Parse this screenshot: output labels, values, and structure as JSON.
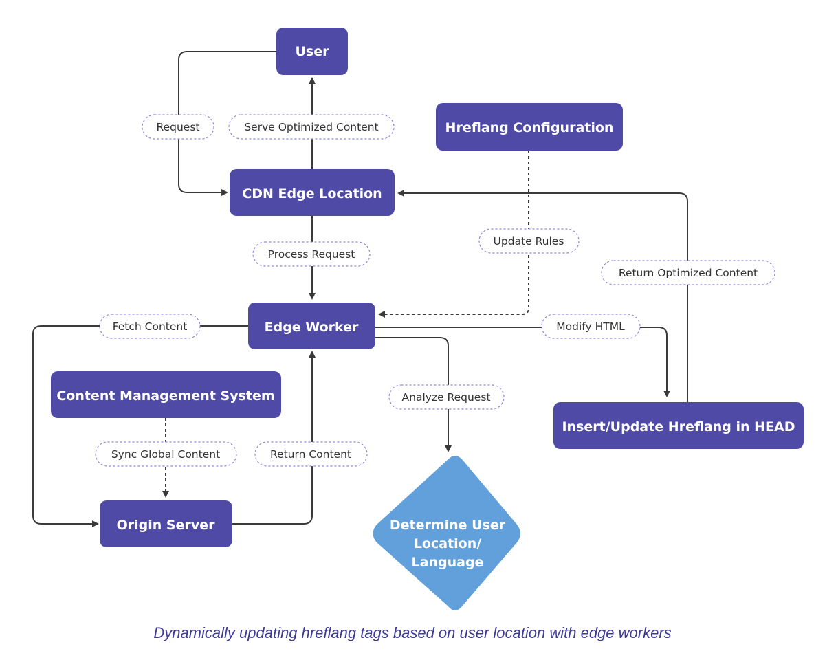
{
  "nodes": {
    "user": "User",
    "hreflang_config": "Hreflang Configuration",
    "cdn_edge": "CDN Edge Location",
    "edge_worker": "Edge Worker",
    "cms": "Content Management System",
    "insert_update": "Insert/Update Hreflang in HEAD",
    "origin_server": "Origin Server",
    "determine": [
      "Determine User",
      "Location/",
      "Language"
    ]
  },
  "edges": {
    "request": "Request",
    "serve_optimized": "Serve Optimized Content",
    "update_rules": "Update Rules",
    "process_request": "Process Request",
    "return_optimized": "Return Optimized Content",
    "fetch_content": "Fetch Content",
    "modify_html": "Modify HTML",
    "analyze_request": "Analyze Request",
    "sync_global": "Sync Global Content",
    "return_content": "Return Content"
  },
  "colors": {
    "node": "#4e4aa6",
    "decision": "#62a0dc",
    "caption": "#3d3a9a"
  },
  "caption": "Dynamically updating hreflang tags based on user location with edge workers"
}
